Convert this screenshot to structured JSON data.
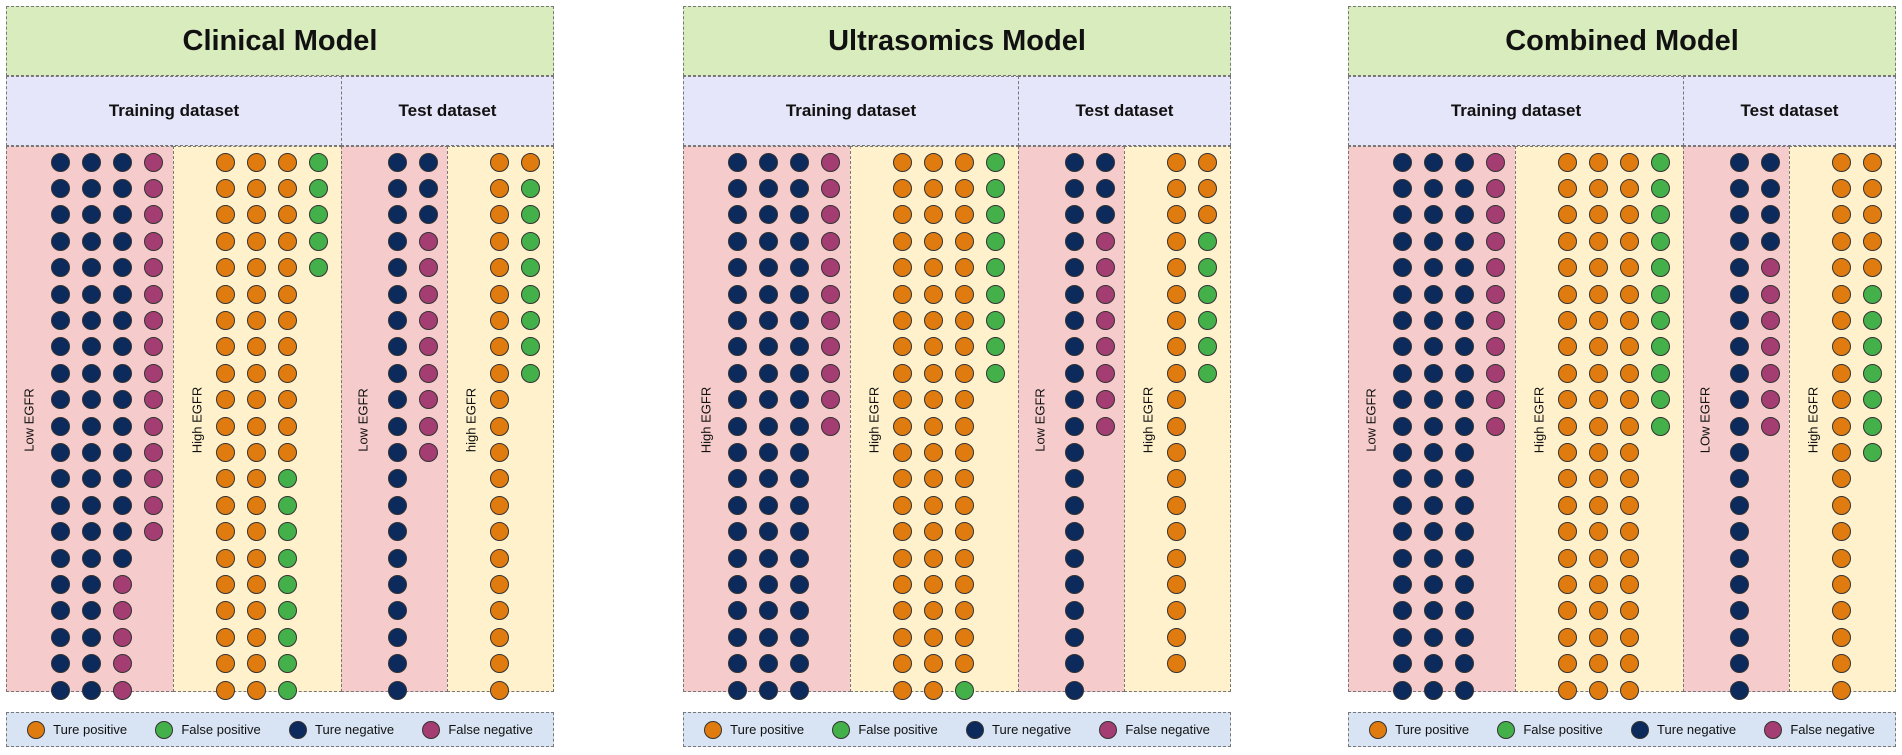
{
  "colors": {
    "true_positive": "#e07b10",
    "false_positive": "#43b04a",
    "true_negative": "#0c2a5c",
    "false_negative": "#a43d72",
    "low_group_bg": "#f5cccb",
    "high_group_bg": "#fef1cc",
    "title_bg": "#d9ecbd",
    "header_bg": "#e6e6fa",
    "legend_bg": "#d8e4f3"
  },
  "legend": {
    "tp": "Ture positive",
    "fp": "False positive",
    "tn": "Ture negative",
    "fn": "False negative"
  },
  "panels": [
    {
      "title": "Clinical Model",
      "training_label": "Training dataset",
      "test_label": "Test dataset",
      "groups": [
        {
          "label": "Low EGFR",
          "columns": [
            {
              "tn": 21
            },
            {
              "tn": 21
            },
            {
              "tn": 16,
              "fn": 5
            },
            {
              "fn": 15
            }
          ]
        },
        {
          "label": "High EGFR",
          "columns": [
            {
              "tp": 21
            },
            {
              "tp": 21
            },
            {
              "tp": 12,
              "fp": 9
            },
            {
              "fp": 5
            }
          ]
        },
        {
          "label": "Low EGFR",
          "columns": [
            {
              "tn": 21
            },
            {
              "tn": 3,
              "fn": 9
            }
          ]
        },
        {
          "label": "high EGFR",
          "columns": [
            {
              "tp": 21
            },
            {
              "tp": 1,
              "fp": 8
            }
          ]
        }
      ]
    },
    {
      "title": "Ultrasomics  Model",
      "training_label": "Training dataset",
      "test_label": "Test dataset",
      "groups": [
        {
          "label": "High EGFR",
          "columns": [
            {
              "tn": 21
            },
            {
              "tn": 21
            },
            {
              "tn": 21
            },
            {
              "fn": 11
            }
          ]
        },
        {
          "label": "High EGFR",
          "columns": [
            {
              "tp": 21
            },
            {
              "tp": 21
            },
            {
              "tp": 20,
              "fp": 1
            },
            {
              "fp": 9
            }
          ]
        },
        {
          "label": "Low EGFR",
          "columns": [
            {
              "tn": 21
            },
            {
              "tn": 3,
              "fn": 8
            }
          ]
        },
        {
          "label": "High EGFR",
          "columns": [
            {
              "tp": 20
            },
            {
              "tp": 3,
              "fp": 6
            }
          ]
        }
      ]
    },
    {
      "title": "Combined Model",
      "training_label": "Training dataset",
      "test_label": "Test dataset",
      "groups": [
        {
          "label": "Low EGFR",
          "columns": [
            {
              "tn": 21
            },
            {
              "tn": 21
            },
            {
              "tn": 21
            },
            {
              "fn": 11
            }
          ]
        },
        {
          "label": "High EGFR",
          "columns": [
            {
              "tp": 21
            },
            {
              "tp": 21
            },
            {
              "tp": 21
            },
            {
              "fp": 11
            }
          ]
        },
        {
          "label": "LOw EGFR",
          "columns": [
            {
              "tn": 21
            },
            {
              "tn": 4,
              "fn": 7
            }
          ]
        },
        {
          "label": "High EGFR",
          "columns": [
            {
              "tp": 21
            },
            {
              "tp": 5,
              "fp": 7
            }
          ]
        }
      ]
    }
  ]
}
